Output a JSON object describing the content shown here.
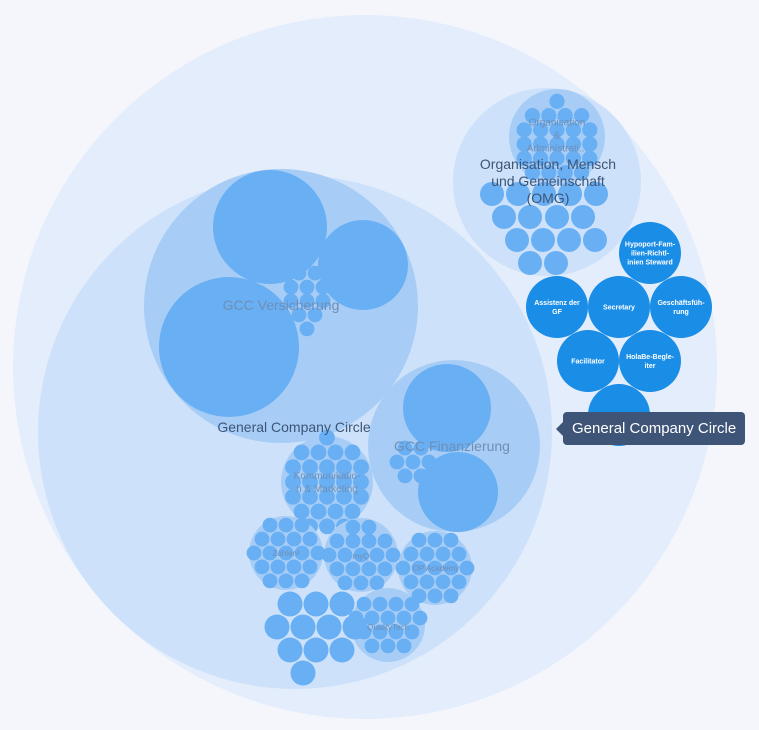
{
  "colors": {
    "background": "#f4f6fc",
    "outer": "#e3edfb",
    "level1": "#cde2fa",
    "level2": "#a7cdf6",
    "leaf": "#69aff4",
    "role": "#1a8de7",
    "tooltip": "#3f5578"
  },
  "labels": {
    "omg": [
      "Organisation, Mensch",
      "und Gemeinschaft",
      "(OMG)"
    ],
    "omg_sub": [
      "Organisation",
      "&",
      "Administrati..."
    ],
    "general_company_circle": "General Company Circle",
    "gcc_versicherung": "GCC Versicherung",
    "gcc_finanzierung": "GCC Finanzierung",
    "kommunikation": [
      "Kommunikatio-",
      "n & Marketing"
    ],
    "zahlen": "Zahlen²",
    "myq": "myQ",
    "op_academy": "OP Academy",
    "qualitytech": "QualityTech"
  },
  "roles": {
    "hypoport": [
      "Hypoport-Fam-",
      "ilien-Richtl-",
      "inien Steward"
    ],
    "assistenz": [
      "Assistenz der",
      "GF"
    ],
    "secretary": [
      "Secretary"
    ],
    "geschaeftsfuehrung": [
      "Geschäftsfüh-",
      "rung"
    ],
    "facilitator": [
      "Facilitator"
    ],
    "holabe": [
      "HolaBe-Begle-",
      "iter"
    ]
  },
  "tooltip": {
    "text": "General Company Circle"
  }
}
